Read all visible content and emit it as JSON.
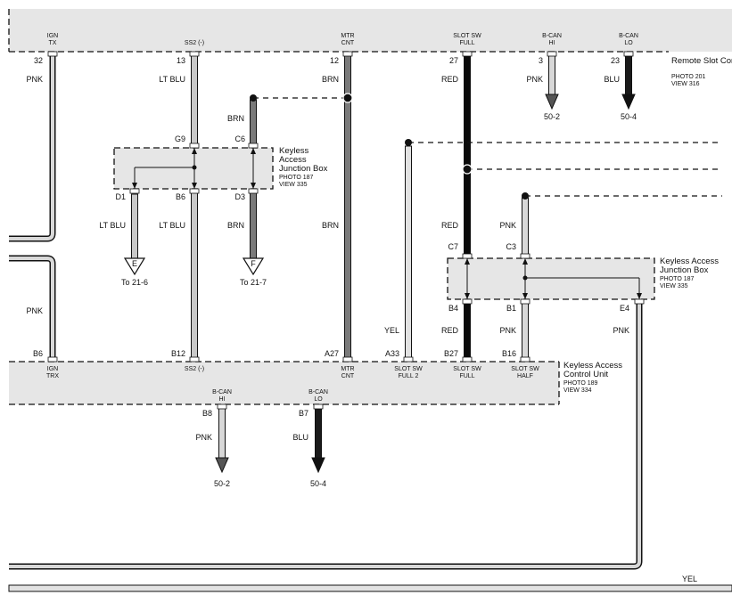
{
  "remote_slot_unit": {
    "name": "Remote Slot Control Unit",
    "photo": "PHOTO 201",
    "view": "VIEW 316",
    "terminals": [
      {
        "label_line1": "IGN",
        "label_line2": "TX",
        "pin": "32"
      },
      {
        "label_line1": "SS2 (-)",
        "label_line2": "",
        "pin": "13"
      },
      {
        "label_line1": "MTR",
        "label_line2": "CNT",
        "pin": "12"
      },
      {
        "label_line1": "SLOT SW",
        "label_line2": "FULL",
        "pin": "27"
      },
      {
        "label_line1": "B-CAN",
        "label_line2": "HI",
        "pin": "3"
      },
      {
        "label_line1": "B-CAN",
        "label_line2": "LO",
        "pin": "23"
      }
    ]
  },
  "junction_box_left": {
    "name_line1": "Keyless",
    "name_line2": "Access",
    "name_line3": "Junction Box",
    "photo": "PHOTO 187",
    "view": "VIEW 335",
    "pins": {
      "g9": "G9",
      "c6": "C6",
      "d1": "D1",
      "b6": "B6",
      "d3": "D3"
    }
  },
  "junction_box_right": {
    "name_line1": "Keyless Access",
    "name_line2": "Junction Box",
    "photo": "PHOTO 187",
    "view": "VIEW 335",
    "pins": {
      "c7": "C7",
      "c3": "C3",
      "b4": "B4",
      "b1": "B1",
      "e4": "E4"
    }
  },
  "keyless_control_unit": {
    "name": "Keyless Access",
    "name_line2": "Control Unit",
    "photo": "PHOTO 189",
    "view": "VIEW 334",
    "terminals": [
      {
        "pin": "B6",
        "label_line1": "IGN",
        "label_line2": "TRX"
      },
      {
        "pin": "B12",
        "label_line1": "SS2 (-)",
        "label_line2": ""
      },
      {
        "pin": "A27",
        "label_line1": "MTR",
        "label_line2": "CNT"
      },
      {
        "pin": "A33",
        "label_line1": "SLOT SW",
        "label_line2": "FULL 2"
      },
      {
        "pin": "B27",
        "label_line1": "SLOT SW",
        "label_line2": "FULL"
      },
      {
        "pin": "B16",
        "label_line1": "SLOT SW",
        "label_line2": "HALF"
      }
    ],
    "bottom_terminals": [
      {
        "label_line1": "B-CAN",
        "label_line2": "HI",
        "pin": "B8"
      },
      {
        "label_line1": "B-CAN",
        "label_line2": "LO",
        "pin": "B7"
      }
    ]
  },
  "wire_colors": {
    "pnk": "PNK",
    "lt_blu": "LT BLU",
    "brn": "BRN",
    "red": "RED",
    "blu": "BLU",
    "yel": "YEL"
  },
  "connectors": {
    "e": {
      "letter": "E",
      "ref": "To 21-6"
    },
    "f": {
      "letter": "F",
      "ref": "To 21-7"
    }
  },
  "page_refs": {
    "top_can_hi": "50-2",
    "top_can_lo": "50-4",
    "bottom_can_hi": "50-2",
    "bottom_can_lo": "50-4"
  },
  "colors": {
    "pnk_fill": "#d8d8d8",
    "lt_blu_fill": "#c8c8c8",
    "brn_fill": "#7a7a7a",
    "red_fill": "#0a0a0a",
    "blu_fill": "#1a1a1a",
    "yel_fill": "#e2e2e2",
    "box_fill": "#e6e6e6"
  }
}
